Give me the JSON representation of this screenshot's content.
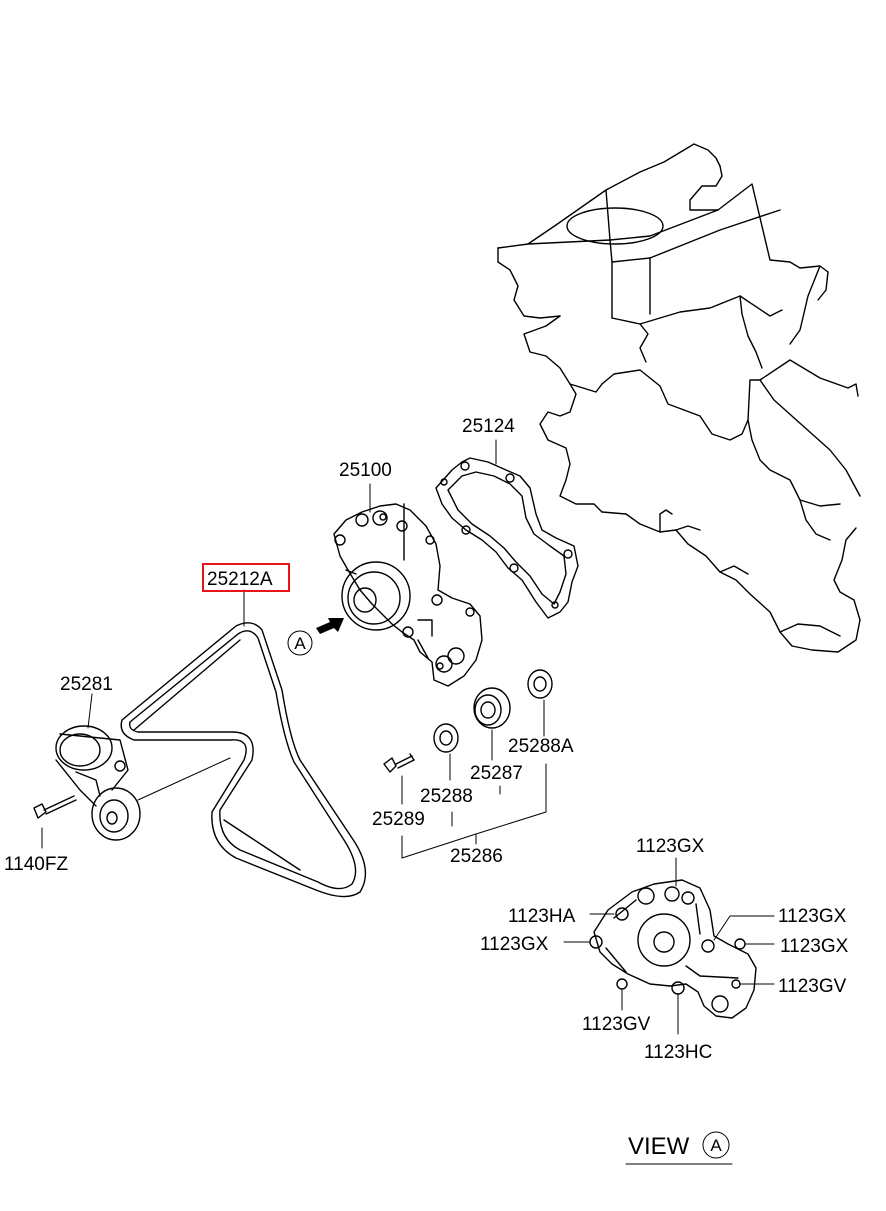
{
  "highlight_color": "#e8151b",
  "labels": {
    "p25124": "25124",
    "p25100": "25100",
    "p25212A": "25212A",
    "p25281": "25281",
    "p1140FZ": "1140FZ",
    "p25288A": "25288A",
    "p25287": "25287",
    "p25288": "25288",
    "p25289": "25289",
    "p25286": "25286",
    "gx_top": "1123GX",
    "ha": "1123HA",
    "gx_left": "1123GX",
    "gv_left": "1123GV",
    "hc": "1123HC",
    "gx_right1": "1123GX",
    "gx_right2": "1123GX",
    "gv_right": "1123GV"
  },
  "callout_letter": "A",
  "view": {
    "word": "VIEW",
    "letter": "A"
  }
}
